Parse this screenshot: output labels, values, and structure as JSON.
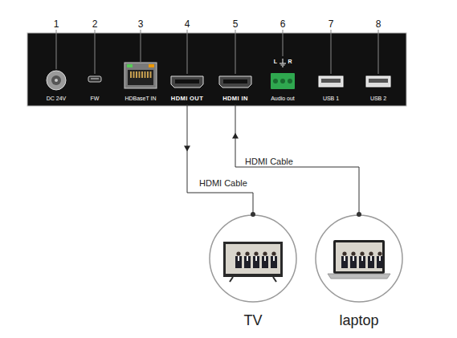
{
  "diagram": {
    "nodes": [
      {
        "text": [
          "DC 24V"
        ]
      },
      {
        "text": [
          "FW"
        ]
      },
      {
        "text": [
          "HDBaseT IN"
        ]
      },
      {
        "text": [
          "HDMI OUT"
        ]
      },
      {
        "text": [
          "HDMI IN"
        ]
      },
      {
        "text": [
          "Audio out"
        ]
      },
      {
        "text": [
          "USB 1"
        ]
      },
      {
        "text": [
          "USB 2"
        ]
      },
      {
        "text": [
          "TV"
        ]
      },
      {
        "text": [
          "laptop"
        ]
      }
    ],
    "edges": [
      {
        "from": 3,
        "to": 8,
        "arrow": "to",
        "label": "HDMI Cable"
      },
      {
        "from": 9,
        "to": 4,
        "arrow": "to",
        "label": "HDMI Cable"
      }
    ],
    "labels": [
      "1",
      "2",
      "3",
      "4",
      "5",
      "6",
      "7",
      "8",
      "L",
      "R"
    ]
  }
}
